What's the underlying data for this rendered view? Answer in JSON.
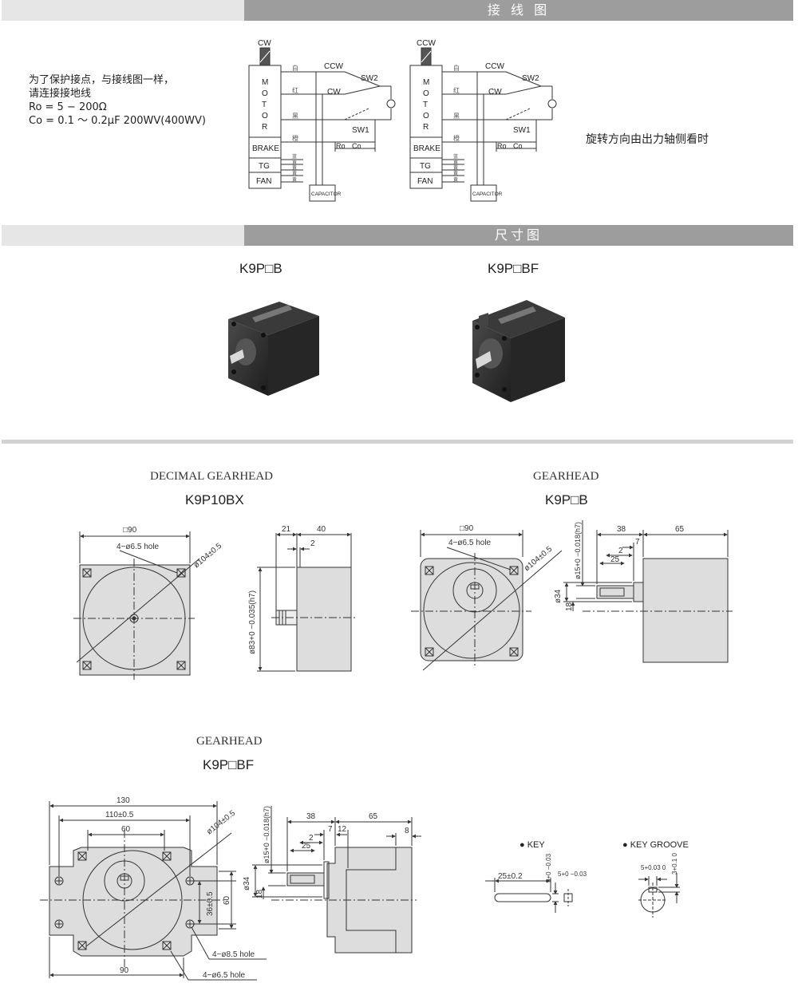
{
  "headers": {
    "wiring": "接 线 图",
    "dimensions": "尺寸图"
  },
  "wiring_note": {
    "line1": "为了保护接点，与接线图一样，",
    "line2": "请连接接地线",
    "line3": "Ro = 5 − 200Ω",
    "line4": "Co = 0.1 ～ 0.2μF 200WV(400WV)"
  },
  "rotation_note": "旋转方向由出力轴侧看时",
  "wiring_left": {
    "direction": "CW",
    "motor_letters": [
      "M",
      "O",
      "T",
      "O",
      "R"
    ],
    "brake": "BRAKE",
    "tg": "TG",
    "fan": "FAN",
    "wire_colors": [
      "白",
      "红",
      "黑",
      "橙",
      "蓝",
      "黄",
      "黄",
      "黄",
      "黄"
    ],
    "ccw": "CCW",
    "cw": "CW",
    "sw2": "SW2",
    "sw1": "SW1",
    "ro": "Ro",
    "co": "Co",
    "capacitor": "CAPACITOR"
  },
  "wiring_right": {
    "direction": "CCW",
    "motor_letters": [
      "M",
      "O",
      "T",
      "O",
      "R"
    ],
    "brake": "BRAKE",
    "tg": "TG",
    "fan": "FAN",
    "wire_colors": [
      "白",
      "红",
      "黑",
      "橙",
      "蓝",
      "黄",
      "黄",
      "黄",
      "黄"
    ],
    "ccw": "CCW",
    "cw": "CW",
    "sw2": "SW2",
    "sw1": "SW1",
    "ro": "Ro",
    "co": "Co",
    "capacitor": "CAPACITOR"
  },
  "products": {
    "left_model": "K9P□B",
    "right_model": "K9P□BF"
  },
  "drawing1": {
    "caption": "DECIMAL GEARHEAD",
    "model": "K9P10BX",
    "sq": "□90",
    "holes": "4−ø6.5 hole",
    "pcd": "ø104±0.5",
    "d21": "21",
    "d40": "40",
    "d2": "2",
    "pilot": "ø83+0 −0.035(h7)"
  },
  "drawing2": {
    "caption": "GEARHEAD",
    "model": "K9P□B",
    "sq": "□90",
    "holes": "4−ø6.5 hole",
    "pcd": "ø104±0.5",
    "shaft": "ø15+0 −0.018(h7)",
    "d34": "ø34",
    "d18": "18",
    "d38": "38",
    "d65": "65",
    "d7": "7",
    "d2": "2",
    "d25": "25"
  },
  "drawing3": {
    "caption": "GEARHEAD",
    "model": "K9P□BF",
    "d130": "130",
    "d110": "110±0.5",
    "d60": "60",
    "pcd": "ø104±0.5",
    "d36": "36±0.5",
    "d60v": "60",
    "d90": "90",
    "holes85": "4−ø8.5 hole",
    "holes65": "4−ø6.5 hole",
    "shaft": "ø15+0 −0.018(h7)",
    "d34": "ø34",
    "d18": "18",
    "d38": "38",
    "d65": "65",
    "d7": "7",
    "d12": "12",
    "d2": "2",
    "d25": "25",
    "d8": "8"
  },
  "key": {
    "key_label": "● KEY",
    "key_len": "25±0.2",
    "key_h": "5+0 −0.03",
    "key_w": "5+0 −0.03",
    "groove_label": "● KEY GROOVE",
    "groove_w": "5+0.03 0",
    "groove_d": "3+0.1 0"
  }
}
